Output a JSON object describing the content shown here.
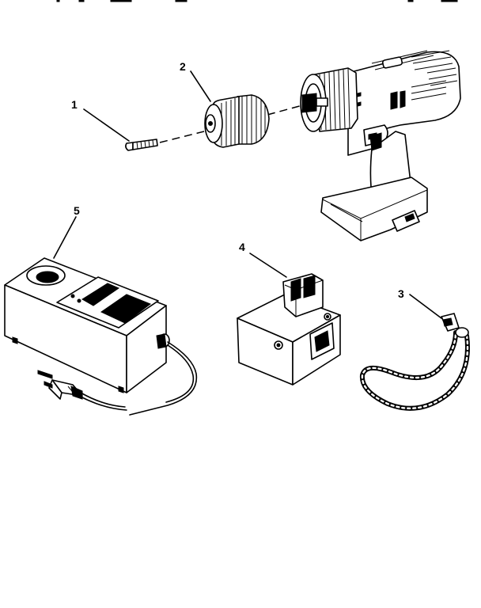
{
  "parts": [
    {
      "number": "1",
      "icon": "screw-icon"
    },
    {
      "number": "2",
      "icon": "chuck-icon"
    },
    {
      "number": "3",
      "icon": "wrist-strap-icon"
    },
    {
      "number": "4",
      "icon": "battery-pack-icon"
    },
    {
      "number": "5",
      "icon": "charger-icon"
    }
  ],
  "assembly_icon": "cordless-drill-icon"
}
